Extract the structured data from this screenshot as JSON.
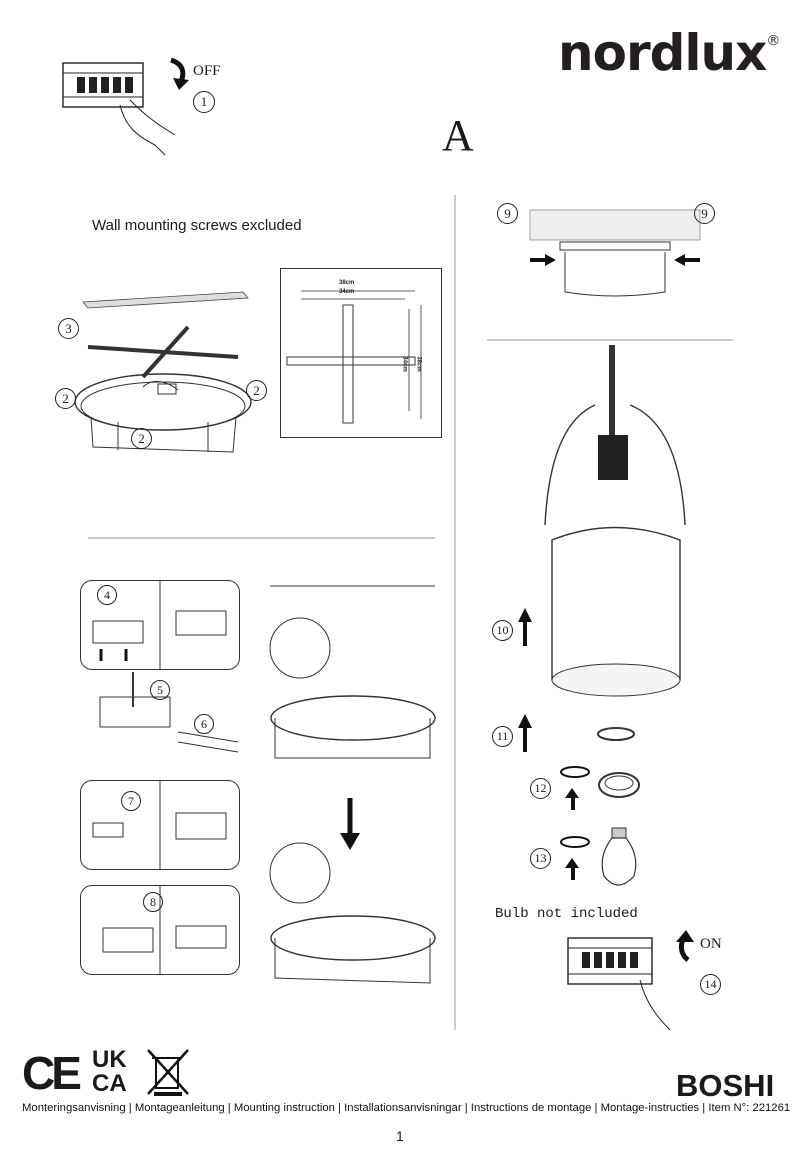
{
  "brand": {
    "logo": "nordlux",
    "reg": "®"
  },
  "section_letter": "A",
  "steps": {
    "s1": "1",
    "s2": "2",
    "s3": "3",
    "s4": "4",
    "s5": "5",
    "s6": "6",
    "s7": "7",
    "s8": "8",
    "s9": "9",
    "s10": "10",
    "s11": "11",
    "s12": "12",
    "s13": "13",
    "s14": "14"
  },
  "labels": {
    "off": "OFF",
    "on": "ON",
    "screws_note": "Wall mounting screws excluded",
    "bulb_note": "Bulb not included"
  },
  "dimensions": {
    "outer": "38cm",
    "inner": "34cm"
  },
  "certification": {
    "ce": "CE",
    "ukca_top": "UK",
    "ukca_bottom": "CA"
  },
  "product_name": "BOSHI",
  "footer": "Monteringsanvisning | Montageanleitung | Mounting instruction | Installationsanvisningar | Instructions de montage | Montage-instructies | Item N°: 221261",
  "page_number": "1"
}
